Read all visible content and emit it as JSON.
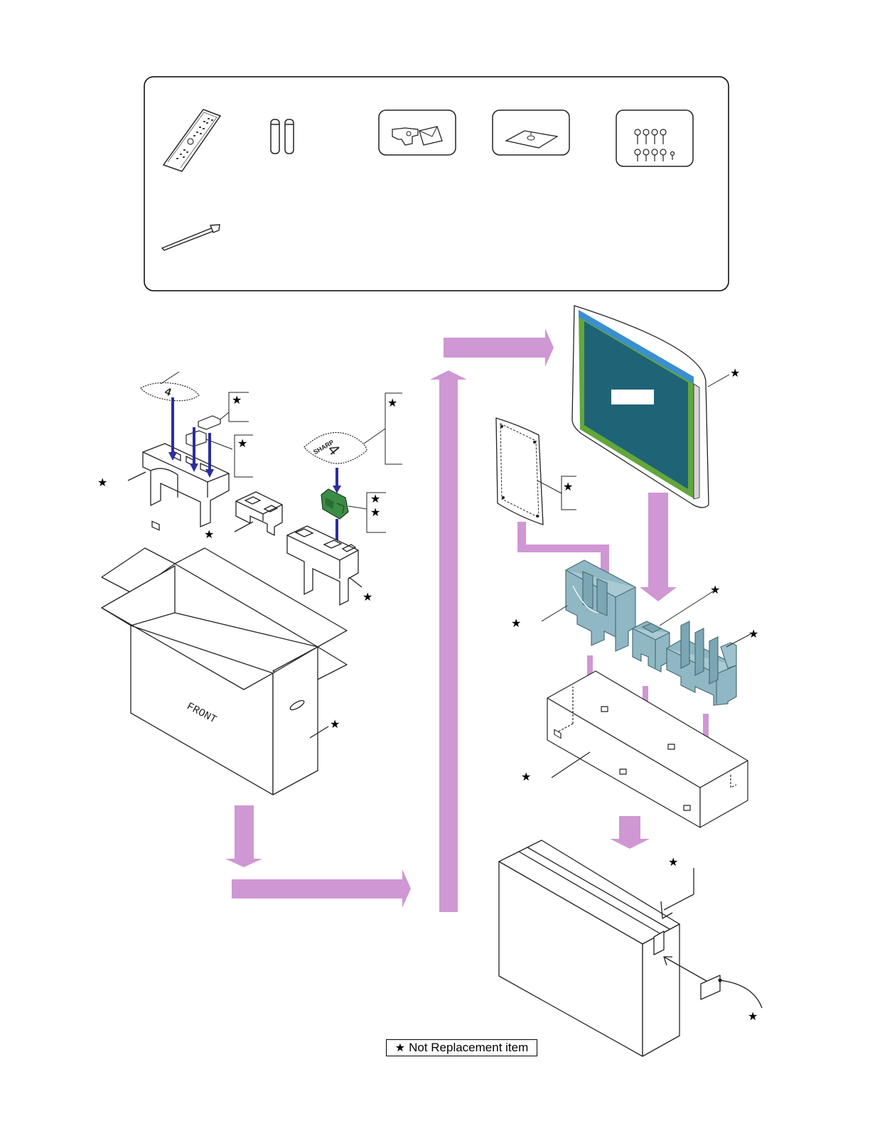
{
  "markers": {
    "star": "★"
  },
  "carton": {
    "front_label": "FRONT"
  },
  "cushion": {
    "brand_text": "SHARP",
    "number_text": "4"
  },
  "legend": {
    "star": "★",
    "text": "Not Replacement item"
  },
  "colors": {
    "flow_arrow": "#cf97d3",
    "insert_arrow": "#2b2e9c",
    "panel": "#1f6377",
    "panel_frame": "#62a63c",
    "panel_edge": "#3a8fd0",
    "foam": "#8fb7c4"
  }
}
